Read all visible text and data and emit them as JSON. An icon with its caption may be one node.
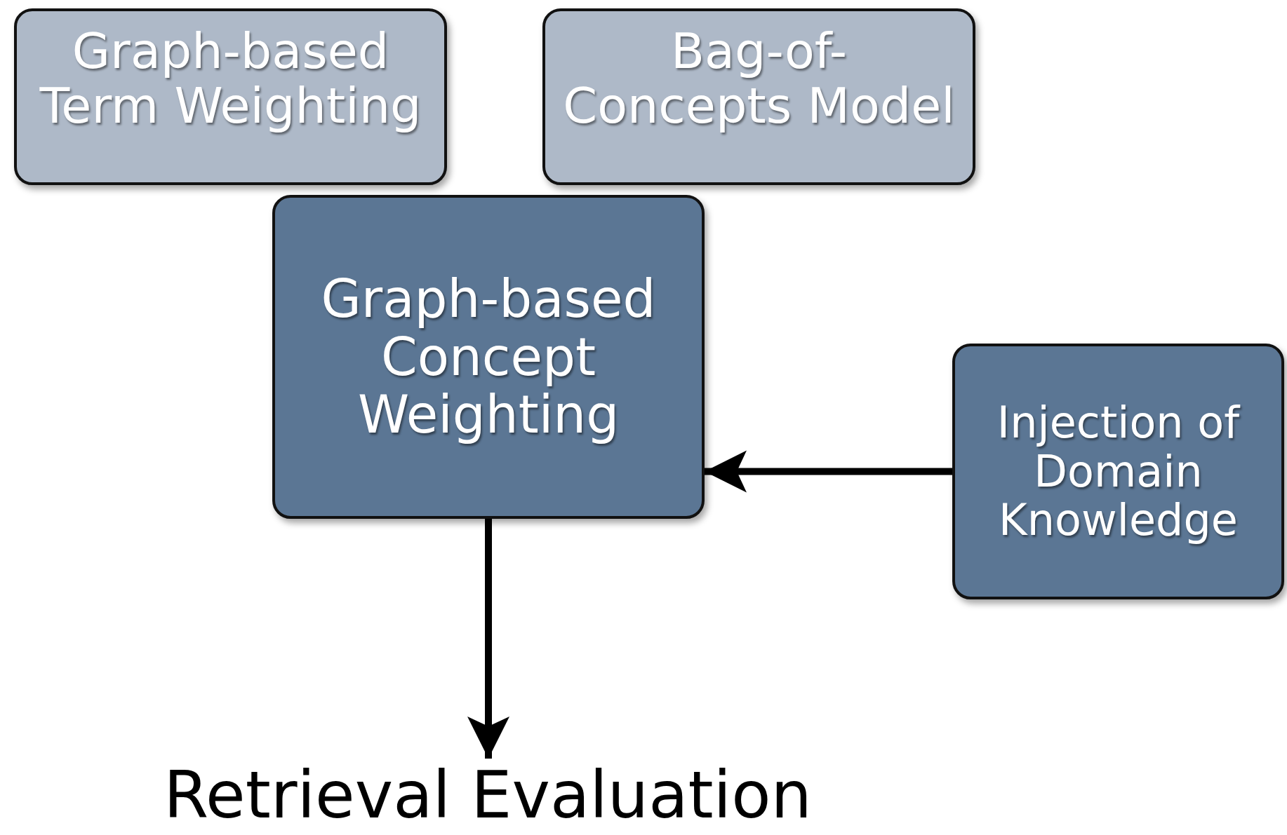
{
  "diagram": {
    "nodes": [
      {
        "text": [
          "Graph-based Term Weighting"
        ]
      },
      {
        "text": [
          "Bag-of-Concepts Model"
        ]
      },
      {
        "text": [
          "Graph-based Concept Weighting"
        ]
      },
      {
        "text": [
          "Injection of Domain Knowledge"
        ]
      },
      {
        "text": [
          "Retrieval Evaluation"
        ]
      }
    ],
    "edges": [
      {
        "from": 3,
        "to": 2,
        "arrow": "to"
      },
      {
        "from": 2,
        "to": 4,
        "arrow": "to"
      }
    ]
  }
}
